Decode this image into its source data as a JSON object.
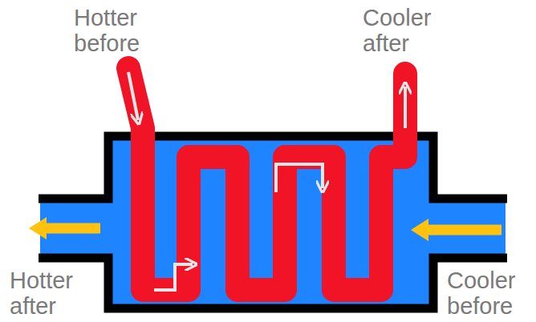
{
  "diagram": {
    "labels": [
      "Hotter before",
      "Cooler after",
      "Hotter after",
      "Cooler before"
    ]
  }
}
